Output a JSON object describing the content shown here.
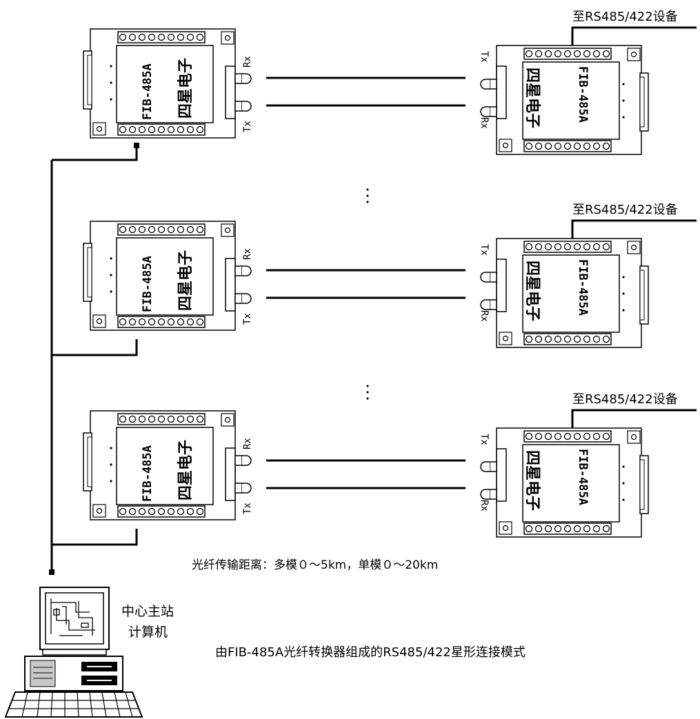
{
  "device": {
    "model": "FIB-485A",
    "brand": "四星电子",
    "port_rx": "Rx",
    "port_tx": "Tx"
  },
  "remote_label": "至RS485/422设备",
  "ellipsis": "⋮",
  "distance_note": "光纤传输距离：多模０～5km，单模０～20km",
  "station": {
    "line1": "中心主站",
    "line2": "计算机"
  },
  "caption": "由FIB-485A光纤转换器组成的RS485/422星形连接模式"
}
